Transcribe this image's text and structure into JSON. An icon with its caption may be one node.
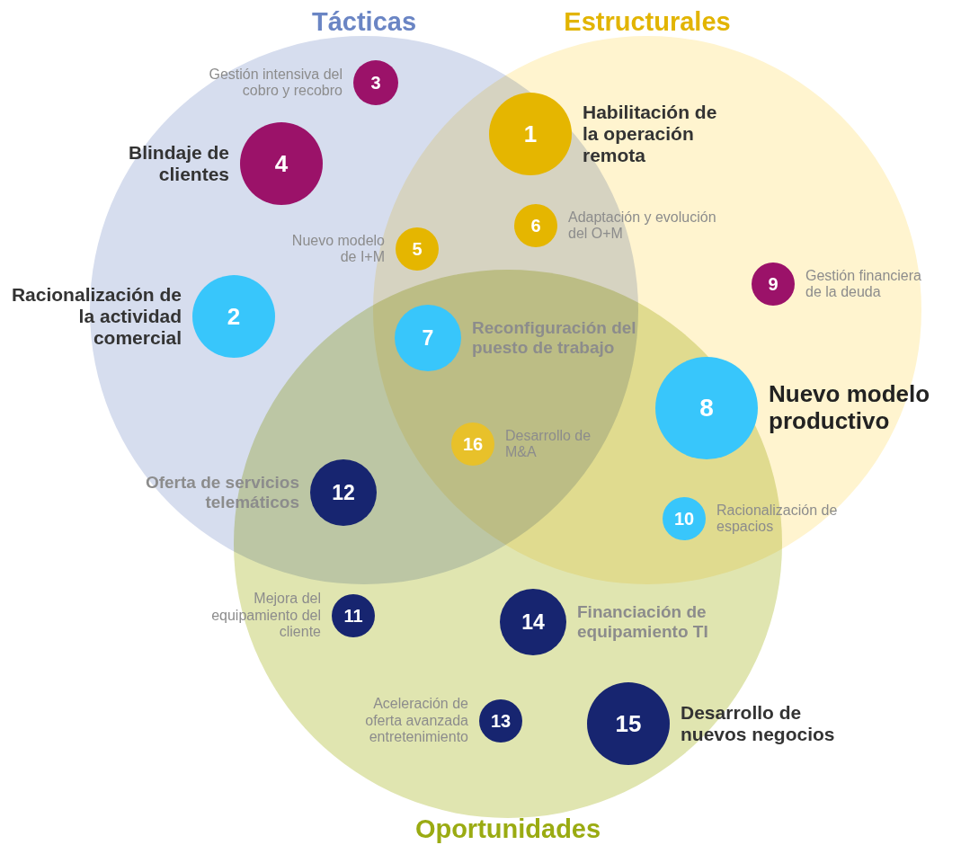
{
  "diagram": {
    "nodes": [
      {
        "text": [
          "Tácticas"
        ]
      },
      {
        "text": [
          "Estructurales"
        ]
      },
      {
        "text": [
          "Oportunidades"
        ]
      },
      {
        "text": [
          "3"
        ],
        "beside": [
          "Gestión intensiva del cobro y recobro"
        ],
        "in": 0
      },
      {
        "text": [
          "1"
        ],
        "beside": [
          "Habilitación de la operación remota"
        ]
      },
      {
        "text": [
          "4"
        ],
        "beside": [
          "Blindaje de clientes"
        ],
        "in": 0
      },
      {
        "text": [
          "6"
        ],
        "beside": [
          "Adaptación y evolución del O+M"
        ]
      },
      {
        "text": [
          "5"
        ],
        "beside": [
          "Nuevo modelo de I+M"
        ]
      },
      {
        "text": [
          "2"
        ],
        "beside": [
          "Racionalización de la actividad comercial"
        ],
        "in": 0
      },
      {
        "text": [
          "9"
        ],
        "beside": [
          "Gestión financiera de la deuda"
        ],
        "in": 1
      },
      {
        "text": [
          "7"
        ],
        "beside": [
          "Reconfiguración del puesto de trabajo"
        ]
      },
      {
        "text": [
          "8"
        ],
        "beside": [
          "Nuevo modelo productivo"
        ]
      },
      {
        "text": [
          "16"
        ],
        "beside": [
          "Desarrollo de M&A"
        ]
      },
      {
        "text": [
          "12"
        ],
        "beside": [
          "Oferta de servicios telemáticos"
        ]
      },
      {
        "text": [
          "10"
        ],
        "beside": [
          "Racionalización de espacios"
        ]
      },
      {
        "text": [
          "11"
        ],
        "beside": [
          "Mejora del equipamiento del cliente"
        ],
        "in": 2
      },
      {
        "text": [
          "14"
        ],
        "beside": [
          "Financiación de equipamiento TI"
        ],
        "in": 2
      },
      {
        "text": [
          "13"
        ],
        "beside": [
          "Aceleración de oferta avanzada entretenimiento"
        ],
        "in": 2
      },
      {
        "text": [
          "15"
        ],
        "beside": [
          "Desarrollo de nuevos negocios"
        ],
        "in": 2
      }
    ],
    "edges": []
  }
}
